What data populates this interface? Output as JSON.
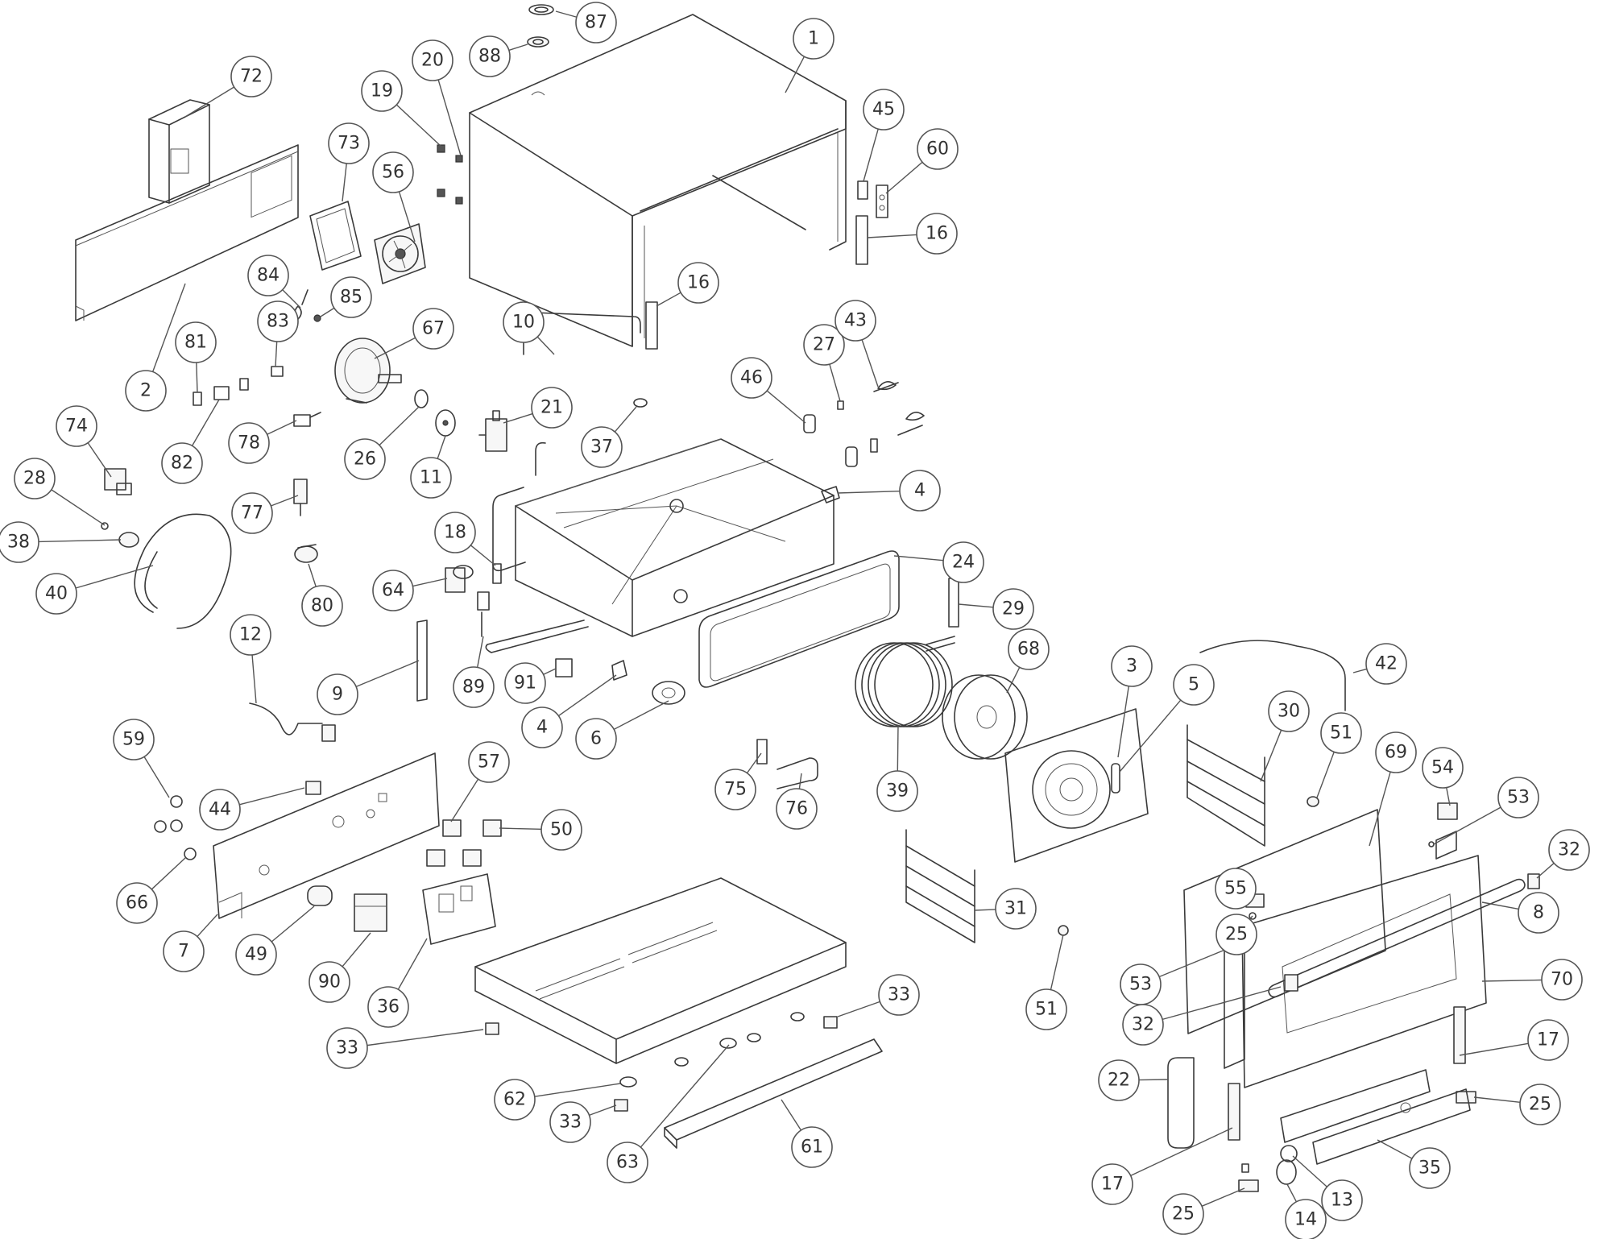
{
  "diagram": {
    "callouts": [
      {
        "label": "1"
      },
      {
        "label": "87"
      },
      {
        "label": "88"
      },
      {
        "label": "20"
      },
      {
        "label": "19"
      },
      {
        "label": "72"
      },
      {
        "label": "73"
      },
      {
        "label": "56"
      },
      {
        "label": "45"
      },
      {
        "label": "60"
      },
      {
        "label": "16"
      },
      {
        "label": "16"
      },
      {
        "label": "84"
      },
      {
        "label": "85"
      },
      {
        "label": "83"
      },
      {
        "label": "81"
      },
      {
        "label": "67"
      },
      {
        "label": "10"
      },
      {
        "label": "27"
      },
      {
        "label": "43"
      },
      {
        "label": "2"
      },
      {
        "label": "46"
      },
      {
        "label": "82"
      },
      {
        "label": "78"
      },
      {
        "label": "26"
      },
      {
        "label": "11"
      },
      {
        "label": "21"
      },
      {
        "label": "37"
      },
      {
        "label": "74"
      },
      {
        "label": "4"
      },
      {
        "label": "28"
      },
      {
        "label": "77"
      },
      {
        "label": "38"
      },
      {
        "label": "18"
      },
      {
        "label": "24"
      },
      {
        "label": "40"
      },
      {
        "label": "80"
      },
      {
        "label": "64"
      },
      {
        "label": "29"
      },
      {
        "label": "12"
      },
      {
        "label": "68"
      },
      {
        "label": "42"
      },
      {
        "label": "9"
      },
      {
        "label": "89"
      },
      {
        "label": "91"
      },
      {
        "label": "3"
      },
      {
        "label": "5"
      },
      {
        "label": "30"
      },
      {
        "label": "4"
      },
      {
        "label": "6"
      },
      {
        "label": "59"
      },
      {
        "label": "57"
      },
      {
        "label": "51"
      },
      {
        "label": "69"
      },
      {
        "label": "44"
      },
      {
        "label": "75"
      },
      {
        "label": "39"
      },
      {
        "label": "76"
      },
      {
        "label": "54"
      },
      {
        "label": "50"
      },
      {
        "label": "53"
      },
      {
        "label": "32"
      },
      {
        "label": "66"
      },
      {
        "label": "55"
      },
      {
        "label": "31"
      },
      {
        "label": "8"
      },
      {
        "label": "25"
      },
      {
        "label": "7"
      },
      {
        "label": "49"
      },
      {
        "label": "36"
      },
      {
        "label": "90"
      },
      {
        "label": "53"
      },
      {
        "label": "70"
      },
      {
        "label": "32"
      },
      {
        "label": "51"
      },
      {
        "label": "33"
      },
      {
        "label": "33"
      },
      {
        "label": "17"
      },
      {
        "label": "62"
      },
      {
        "label": "22"
      },
      {
        "label": "25"
      },
      {
        "label": "35"
      },
      {
        "label": "33"
      },
      {
        "label": "63"
      },
      {
        "label": "61"
      },
      {
        "label": "17"
      },
      {
        "label": "13"
      },
      {
        "label": "25"
      },
      {
        "label": "14"
      }
    ]
  }
}
